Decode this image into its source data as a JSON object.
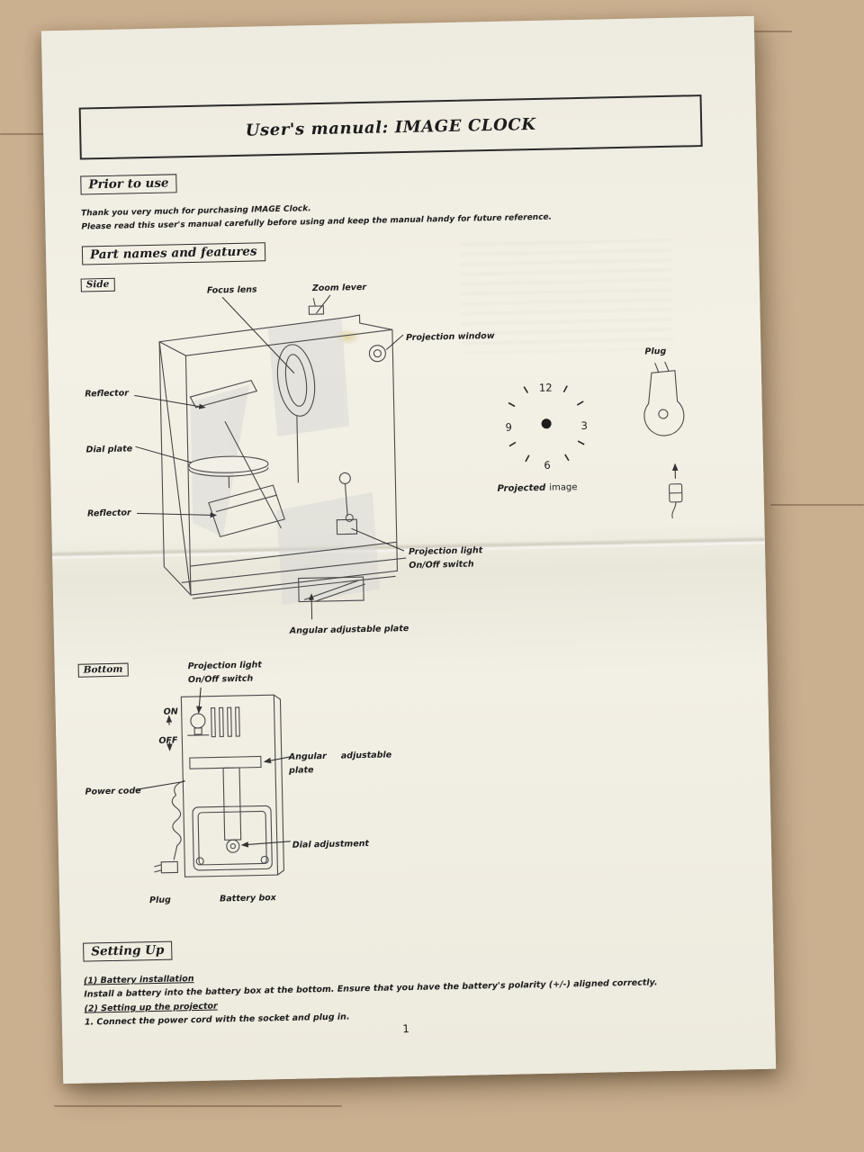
{
  "document": {
    "title": "User's manual: IMAGE CLOCK",
    "page_number": "1"
  },
  "prior_to_use": {
    "heading": "Prior to use",
    "line1": "Thank you very much for purchasing IMAGE Clock.",
    "line2": "Please read this user's manual carefully before using and keep the manual handy for future reference."
  },
  "part_names": {
    "heading": "Part names and features",
    "side_tag": "Side",
    "bottom_tag": "Bottom"
  },
  "side_view": {
    "focus_lens": "Focus lens",
    "zoom_lever": "Zoom lever",
    "projection_window": "Projection window",
    "reflector_top": "Reflector",
    "dial_plate": "Dial plate",
    "reflector_bottom": "Reflector",
    "projection_light_line1": "Projection light",
    "projection_light_line2": "On/Off switch",
    "angular_plate": "Angular adjustable plate",
    "plug": "Plug",
    "caption_bold": "Projected",
    "caption_rest": "image"
  },
  "clock": {
    "n12": "12",
    "n3": "3",
    "n6": "6",
    "n9": "9"
  },
  "bottom_view": {
    "projection_light_line1": "Projection light",
    "projection_light_line2": "On/Off switch",
    "on": "ON",
    "off": "OFF",
    "power_code": "Power code",
    "angular_a": "Angular",
    "angular_b": "adjustable",
    "angular_line2": "plate",
    "dial_adjustment": "Dial adjustment",
    "plug": "Plug",
    "battery_box": "Battery box"
  },
  "setting_up": {
    "heading": "Setting Up",
    "item1_title": "(1) Battery installation",
    "item1_text": "Install a battery into the battery box at the bottom. Ensure that you have the battery's polarity (+/-) aligned correctly.",
    "item2_title": "(2) Setting up the projector",
    "item2_text": "1. Connect the power cord with the socket and plug in."
  }
}
